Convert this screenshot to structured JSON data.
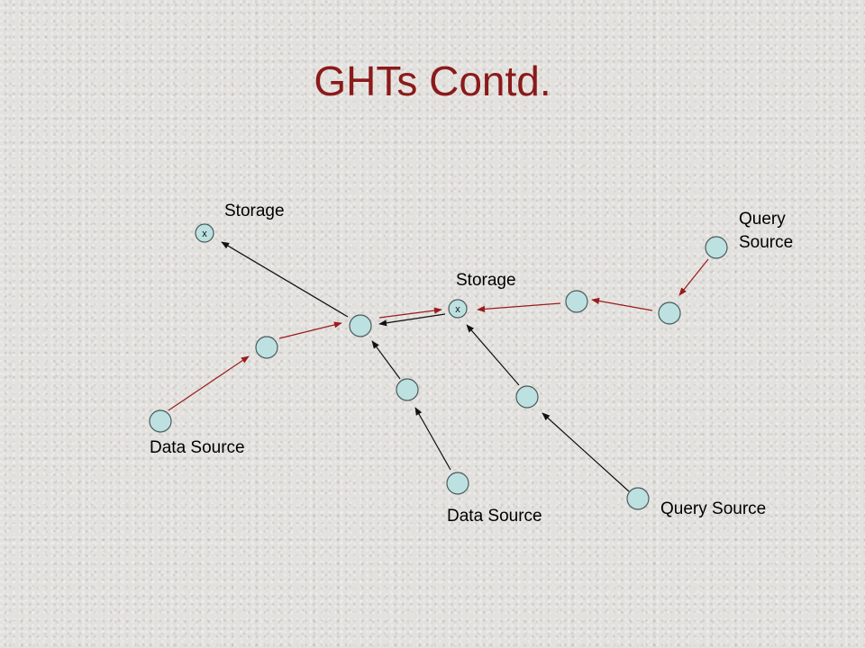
{
  "slide": {
    "title": "GHTs Contd."
  },
  "colors": {
    "title": "#8b1a1a",
    "node_fill": "#bde0e0",
    "node_stroke": "#4a5a5a",
    "query_arrow": "#9b1c1c",
    "black_arrow": "#111111"
  },
  "diagram": {
    "storage_mark": "x",
    "labels": {
      "storage_left": "Storage",
      "storage_center": "Storage",
      "query_source_top_line1": "Query",
      "query_source_top_line2": "Source",
      "data_source_left": "Data Source",
      "data_source_bottom": "Data Source",
      "query_source_bottom": "Query Source"
    }
  }
}
